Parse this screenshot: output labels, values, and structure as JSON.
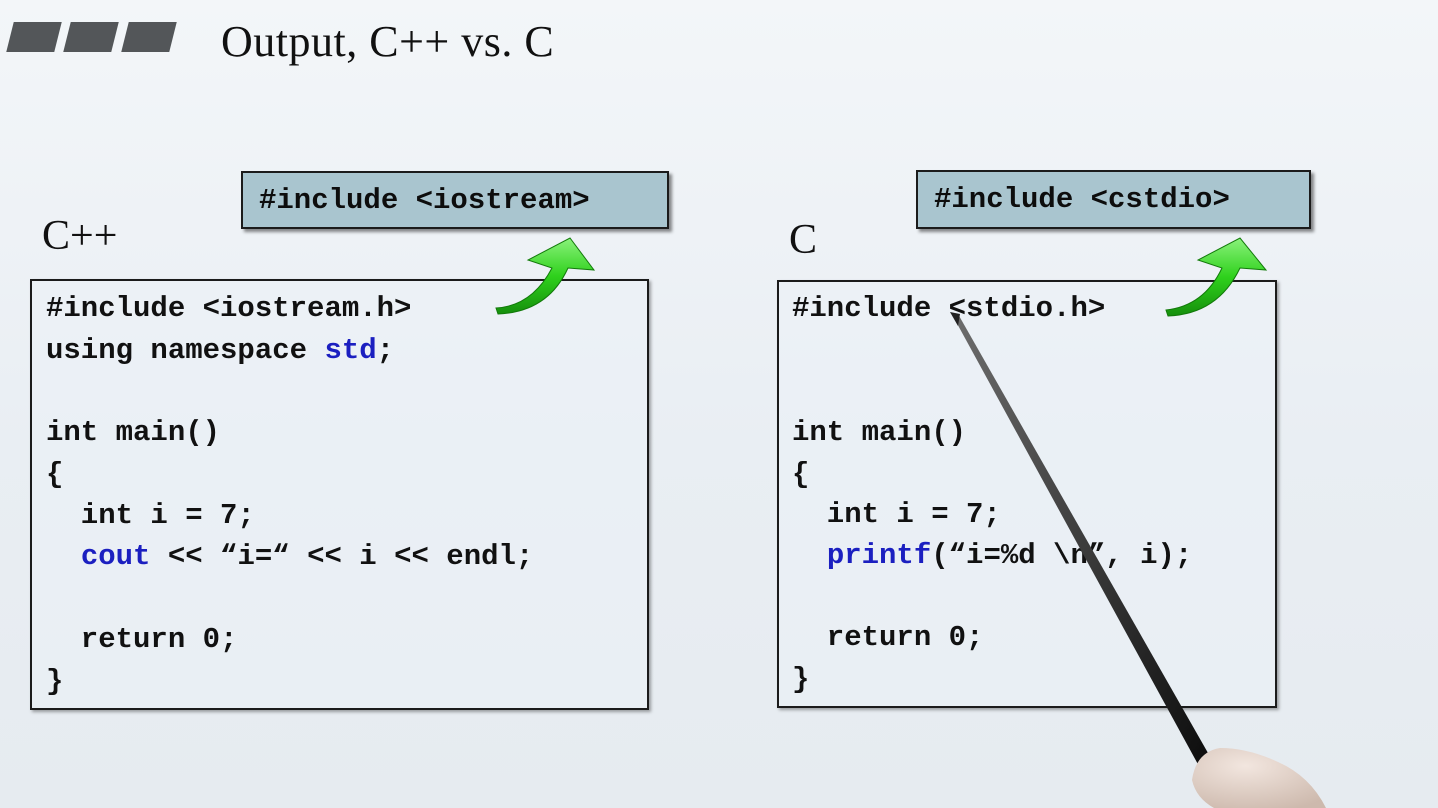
{
  "title": "Output, C++ vs. C",
  "left": {
    "label": "C++",
    "include_tag": "#include <iostream>",
    "code": {
      "line1": "#include <iostream.h>",
      "line2_pre": "using namespace ",
      "line2_kw": "std",
      "line2_post": ";",
      "line3": "int main()",
      "line4": "{",
      "line5": "  int i = 7;",
      "line6_indent": "  ",
      "line6_kw": "cout",
      "line6_rest": " << “i=“ << i << endl;",
      "line7": "  return 0;",
      "line8": "}"
    }
  },
  "right": {
    "label": "C",
    "include_tag": "#include <cstdio>",
    "code": {
      "line1": "#include <stdio.h>",
      "line3": "int main()",
      "line4": "{",
      "line5": "  int i = 7;",
      "line6_indent": "  ",
      "line6_kw": "printf",
      "line6_rest": "(“i=%d \\n”, i);",
      "line7": "  return 0;",
      "line8": "}"
    }
  },
  "colors": {
    "keyword": "#1b1fc0",
    "tag_fill": "#a9c5cf",
    "arrow": "#2fd11c",
    "header_bars": "#535659"
  },
  "icons": [
    "green-curved-arrow-icon",
    "green-curved-arrow-icon",
    "pointer-stick"
  ]
}
